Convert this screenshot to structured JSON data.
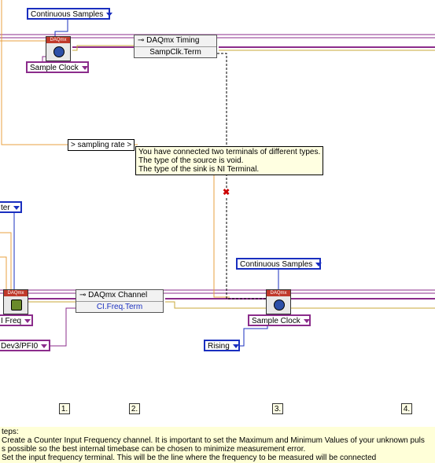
{
  "rings": {
    "continuous_samples_top": "Continuous Samples",
    "sample_clock_top": "Sample Clock",
    "counter_left": "ter",
    "ci_freq_left": "I Freq",
    "dev3_pfi0": "Dev3/PFI0",
    "continuous_samples_bottom": "Continuous Samples",
    "sample_clock_bottom": "Sample Clock",
    "rising": "Rising"
  },
  "nodes": {
    "timing": {
      "title": "DAQmx Timing",
      "property": "SampClk.Term"
    },
    "channel": {
      "title": "DAQmx Channel",
      "property": "CI.Freq.Term"
    }
  },
  "vi_label": "DAQmx",
  "case_label": "> sampling rate >",
  "tooltip": {
    "line1": "You have connected two terminals of different types.",
    "line2": "The type of the source is void.",
    "line3": "The type of the sink is NI Terminal."
  },
  "frames": [
    "1.",
    "2.",
    "3.",
    "4."
  ],
  "notes": {
    "line1": "teps:",
    "line2": " Create a Counter Input Frequency channel.  It is important to set the Maximum and Minimum Values of your unknown puls",
    "line3": "s possible so the best internal timebase can be chosen to minimize measurement error.",
    "line4": "  Set the input frequency terminal. This will be the line where the frequency to be measured will be connected"
  },
  "colors": {
    "task_wire": "#8b2c8b",
    "error_wire": "#c8a83a",
    "frame_border": "#8b2c8b",
    "orange_wire": "#e8a040",
    "blue_wire": "#1a2fbf",
    "broken_wire": "#000000"
  }
}
